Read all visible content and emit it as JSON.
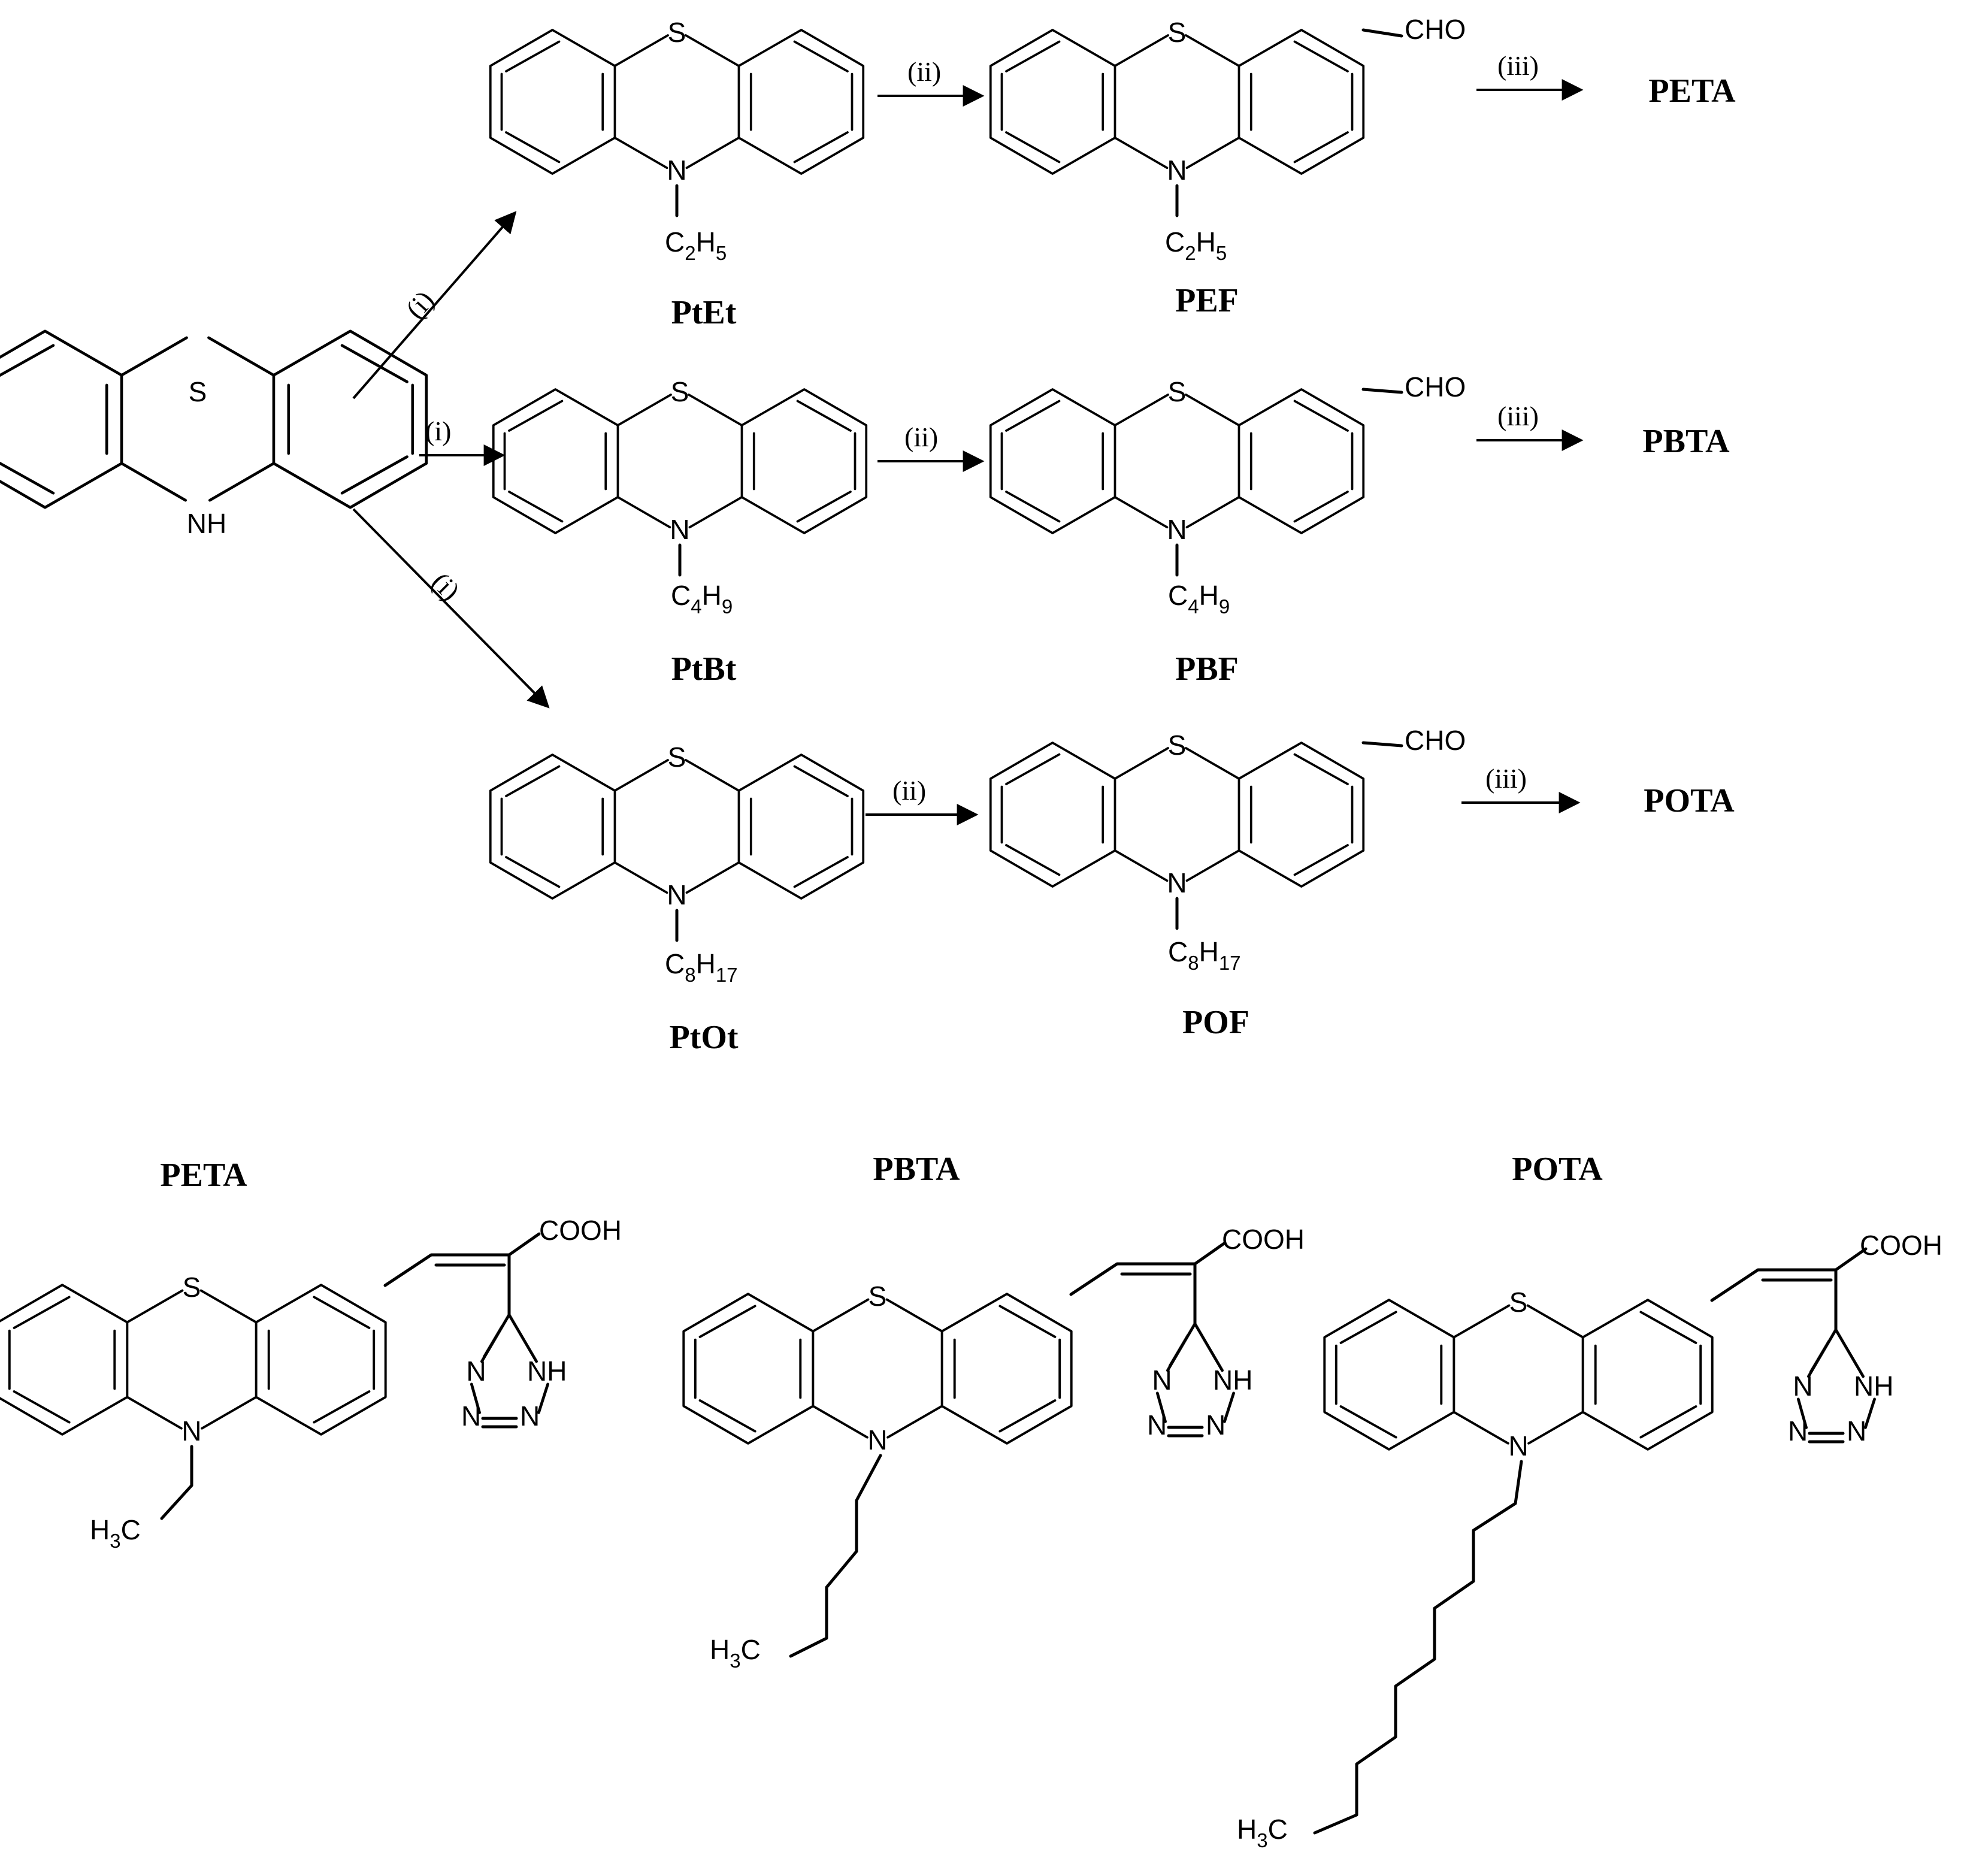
{
  "atoms": {
    "S": "S",
    "N": "N",
    "NH": "NH",
    "CHO": "CHO",
    "COOH": "COOH",
    "C": "C",
    "H": "H",
    "tetrazole_NH": "NH",
    "tetrazole_N": "N"
  },
  "substituents": {
    "ethyl": {
      "c": "2",
      "h": "5"
    },
    "butyl": {
      "c": "4",
      "h": "9"
    },
    "octyl": {
      "c": "8",
      "h": "17"
    },
    "methyl_terminal": {
      "prefix": "H",
      "sub": "3",
      "suffix": "C"
    }
  },
  "conditions": {
    "step_i": "(i)",
    "step_ii": "(ii)",
    "step_iii": "(iii)"
  },
  "compounds": {
    "PtEt": "PtEt",
    "PtBt": "PtBt",
    "PtOt": "PtOt",
    "PEF": "PEF",
    "PBF": "PBF",
    "POF": "POF",
    "PETA": "PETA",
    "PBTA": "PBTA",
    "POTA": "POTA"
  }
}
